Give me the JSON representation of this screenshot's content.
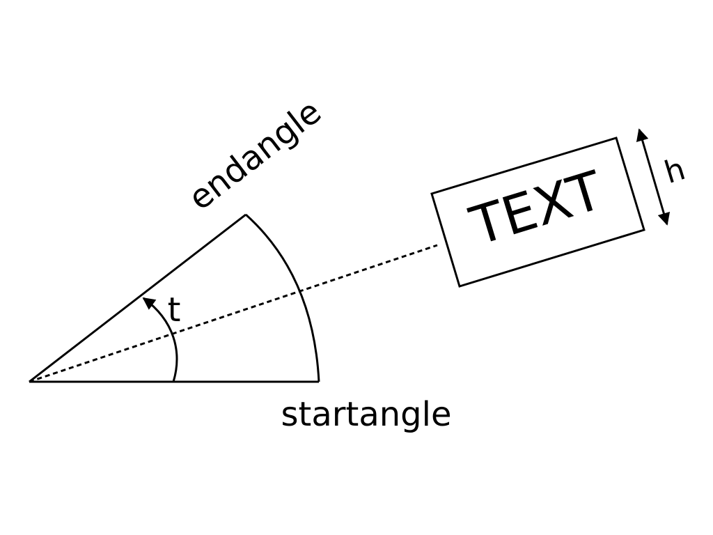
{
  "labels": {
    "start": "startangle",
    "end": "endangle",
    "theta": "t",
    "box_text": "TEXT",
    "height": "h"
  },
  "colors": {
    "stroke": "#000000",
    "background": "#ffffff"
  }
}
